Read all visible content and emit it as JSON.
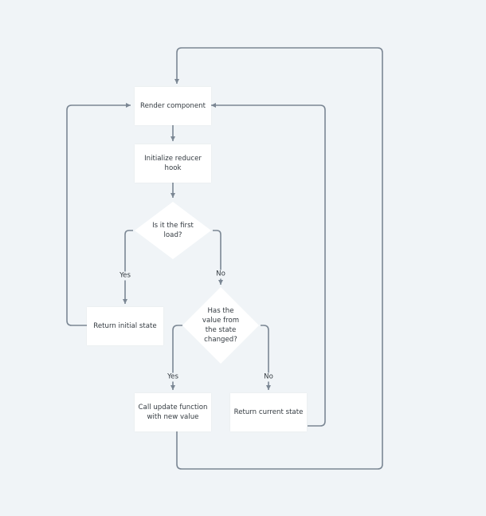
{
  "nodes": {
    "render": "Render component",
    "init": "Initialize reducer\nhook",
    "first_load": "Is it the first\nload?",
    "return_initial": "Return initial state",
    "value_changed": "Has the\nvalue from\nthe state\nchanged?",
    "call_update": "Call update function\nwith new value",
    "return_current": "Return current state"
  },
  "labels": {
    "first_yes": "Yes",
    "first_no": "No",
    "changed_yes": "Yes",
    "changed_no": "No"
  },
  "colors": {
    "edge": "#7b8794",
    "node_fill": "#ffffff",
    "background": "#f0f4f7"
  }
}
